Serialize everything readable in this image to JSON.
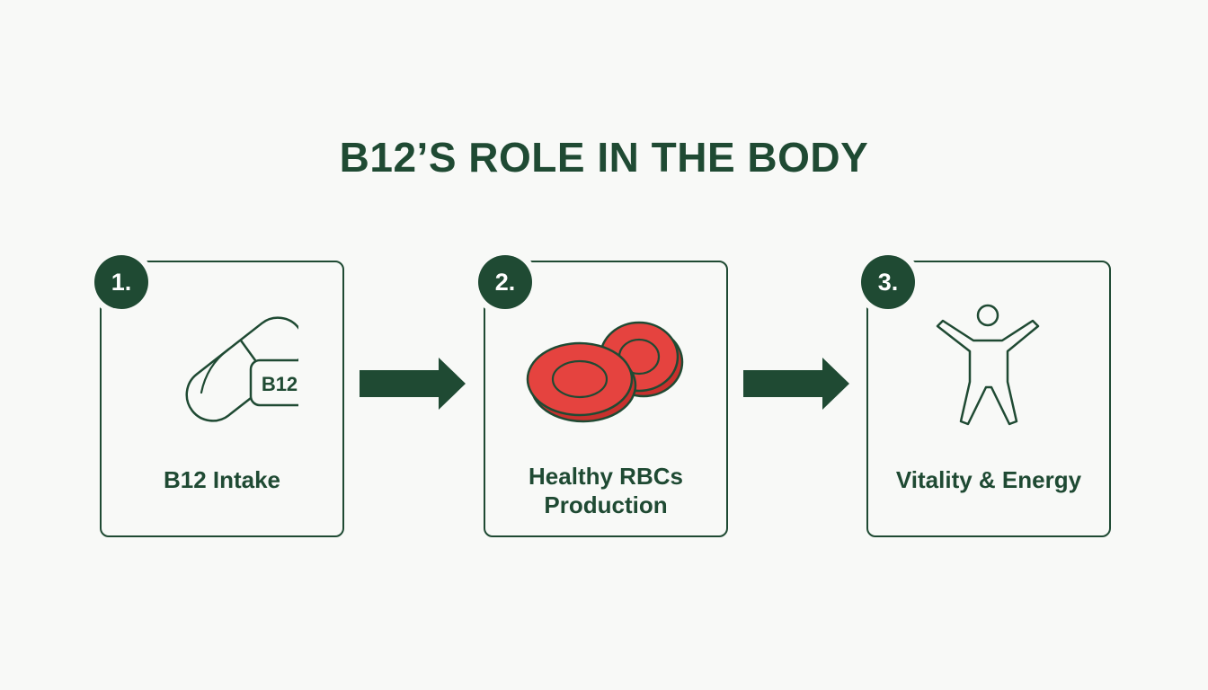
{
  "title": "B12’S ROLE IN THE BODY",
  "steps": [
    {
      "number": "1.",
      "label": "B12 Intake",
      "icon": "vitamin-capsule-icon",
      "icon_text": "B12"
    },
    {
      "number": "2.",
      "label_line1": "Healthy RBCs",
      "label_line2": "Production",
      "icon": "red-blood-cells-icon"
    },
    {
      "number": "3.",
      "label": "Vitality & Energy",
      "icon": "energetic-person-icon"
    }
  ],
  "colors": {
    "primary": "#1f4a33",
    "background": "#f8f9f7",
    "rbc_fill": "#e5433f"
  }
}
